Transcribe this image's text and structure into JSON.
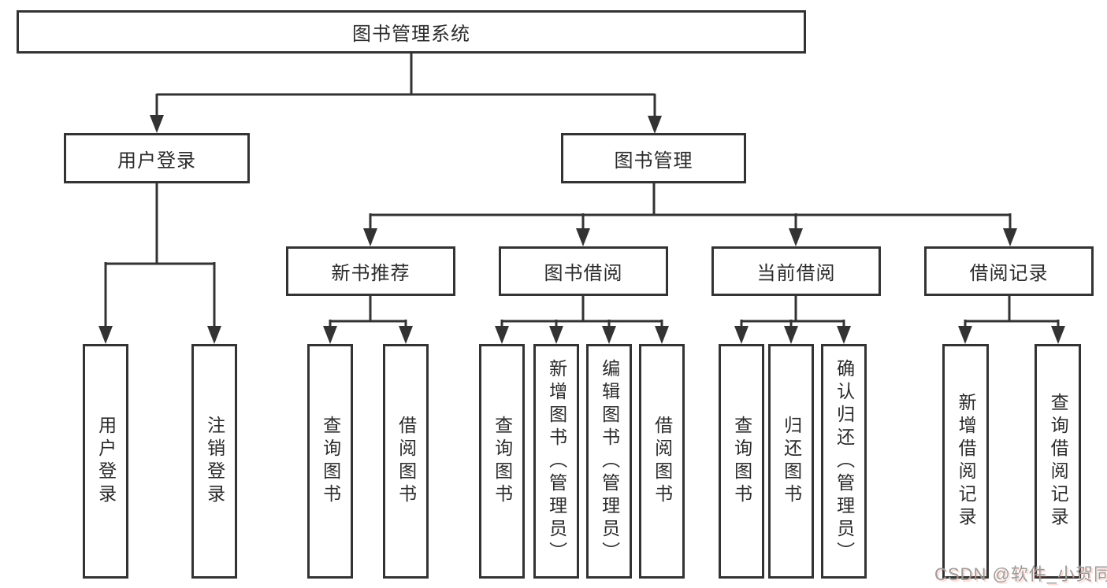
{
  "diagram": {
    "title": "图书管理系统",
    "level2": {
      "user_login": "用户登录",
      "book_management": "图书管理"
    },
    "level3": {
      "new_book_recommend": "新书推荐",
      "book_borrow": "图书借阅",
      "current_borrow": "当前借阅",
      "borrow_records": "借阅记录"
    },
    "leaves": [
      {
        "label": "用户登录",
        "parent": "用户登录"
      },
      {
        "label": "注销登录",
        "parent": "用户登录"
      },
      {
        "label": "查询图书",
        "parent": "新书推荐"
      },
      {
        "label": "借阅图书",
        "parent": "新书推荐"
      },
      {
        "label": "查询图书",
        "parent": "图书借阅"
      },
      {
        "label": "新增图书（管理员）",
        "parent": "图书借阅"
      },
      {
        "label": "编辑图书（管理员）",
        "parent": "图书借阅"
      },
      {
        "label": "借阅图书",
        "parent": "图书借阅"
      },
      {
        "label": "查询图书",
        "parent": "当前借阅"
      },
      {
        "label": "归还图书",
        "parent": "当前借阅"
      },
      {
        "label": "确认归还（管理员）",
        "parent": "当前借阅"
      },
      {
        "label": "新增借阅记录",
        "parent": "借阅记录"
      },
      {
        "label": "查询借阅记录",
        "parent": "借阅记录"
      }
    ]
  },
  "watermark": "CSDN @软件_小贺同学",
  "colors": {
    "line": "#333333",
    "text": "#2b2b2b",
    "box_background": "#ffffff",
    "page_background": "#ffffff",
    "watermark_text": "#9c9c9c"
  }
}
